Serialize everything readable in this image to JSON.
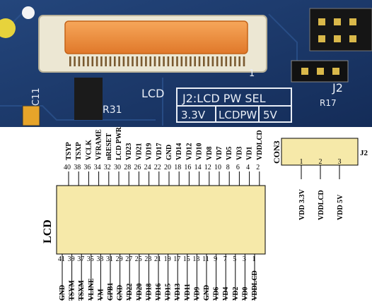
{
  "photo": {
    "labels": {
      "c11": "C11",
      "r31": "R31",
      "lcd": "LCD",
      "j2": "J2",
      "r17": "R17",
      "pin1": "1",
      "j2_title": "J2:LCD PW SEL",
      "opt_33": "3.3V",
      "opt_lcdpw": "LCDPW",
      "opt_5v": "5V"
    },
    "colors": {
      "board": "#1c3a6e",
      "connector": "#f0903a",
      "housing": "#ece7d3"
    }
  },
  "lcd": {
    "name": "LCD",
    "top_pins": [
      {
        "num": "40",
        "label": "TSYP"
      },
      {
        "num": "38",
        "label": "TSXP"
      },
      {
        "num": "36",
        "label": "VCLK"
      },
      {
        "num": "34",
        "label": "VFRAME"
      },
      {
        "num": "32",
        "label": "nRESET"
      },
      {
        "num": "30",
        "label": "LCD PWR"
      },
      {
        "num": "28",
        "label": "VD23"
      },
      {
        "num": "26",
        "label": "VD21"
      },
      {
        "num": "24",
        "label": "VD19"
      },
      {
        "num": "22",
        "label": "VD17"
      },
      {
        "num": "20",
        "label": "GND"
      },
      {
        "num": "18",
        "label": "VD14"
      },
      {
        "num": "16",
        "label": "VD12"
      },
      {
        "num": "14",
        "label": "VD10"
      },
      {
        "num": "12",
        "label": "VD8"
      },
      {
        "num": "10",
        "label": "VD7"
      },
      {
        "num": "8",
        "label": "VD5"
      },
      {
        "num": "6",
        "label": "VD3"
      },
      {
        "num": "4",
        "label": "VD1"
      },
      {
        "num": "2",
        "label": "VDDLCD"
      }
    ],
    "bottom_pins": [
      {
        "num": "41",
        "label": "GND"
      },
      {
        "num": "39",
        "label": "TSYM"
      },
      {
        "num": "37",
        "label": "TSXM"
      },
      {
        "num": "35",
        "label": "VLINE"
      },
      {
        "num": "33",
        "label": "VM"
      },
      {
        "num": "31",
        "label": "GPB1"
      },
      {
        "num": "29",
        "label": "GND"
      },
      {
        "num": "27",
        "label": "VD22"
      },
      {
        "num": "25",
        "label": "VD20"
      },
      {
        "num": "23",
        "label": "VD18"
      },
      {
        "num": "21",
        "label": "VD16"
      },
      {
        "num": "19",
        "label": "VD15"
      },
      {
        "num": "17",
        "label": "VD13"
      },
      {
        "num": "15",
        "label": "VD11"
      },
      {
        "num": "13",
        "label": "VD9"
      },
      {
        "num": "11",
        "label": "GND"
      },
      {
        "num": "9",
        "label": "VD6"
      },
      {
        "num": "7",
        "label": "VD4"
      },
      {
        "num": "5",
        "label": "VD2"
      },
      {
        "num": "3",
        "label": "VD0"
      },
      {
        "num": "1",
        "label": "VDDLCD"
      }
    ]
  },
  "con3": {
    "name": "CON3",
    "ref": "J2",
    "pins": [
      {
        "num": "1",
        "label": "VDD 3.3V"
      },
      {
        "num": "2",
        "label": "VDDLCD"
      },
      {
        "num": "3",
        "label": "VDD 5V"
      }
    ]
  },
  "colors": {
    "body_fill": "#f6e9a9",
    "wire": "#000000"
  }
}
